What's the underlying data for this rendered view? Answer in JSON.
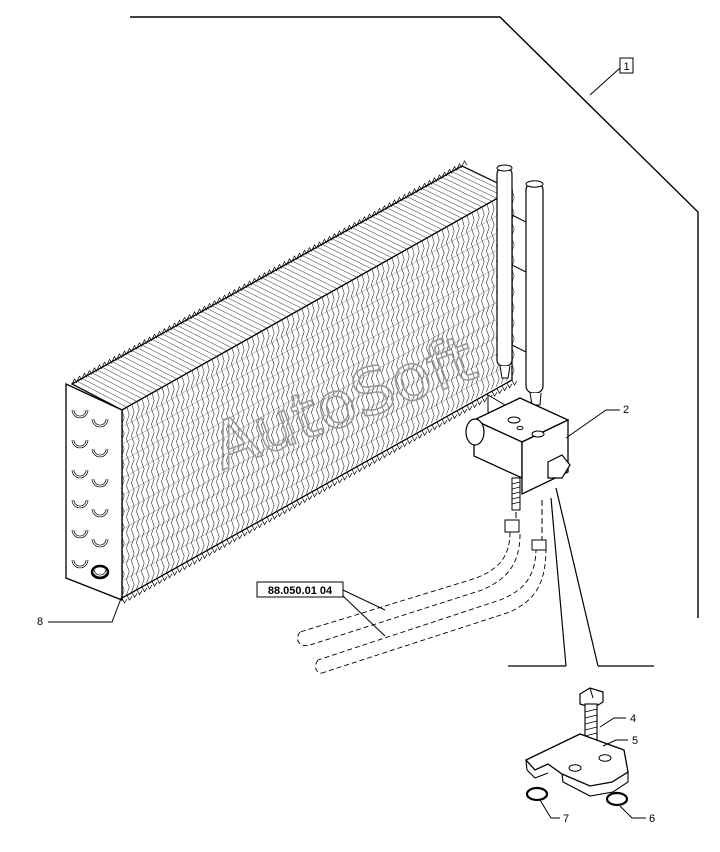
{
  "watermark": "AutoSoft",
  "reference_box": "1",
  "cross_reference": "88.050.01 04",
  "callouts": {
    "valve": "2",
    "bolt": "4",
    "plate": "5",
    "oring_right": "6",
    "oring_left": "7",
    "evaporator": "8"
  }
}
